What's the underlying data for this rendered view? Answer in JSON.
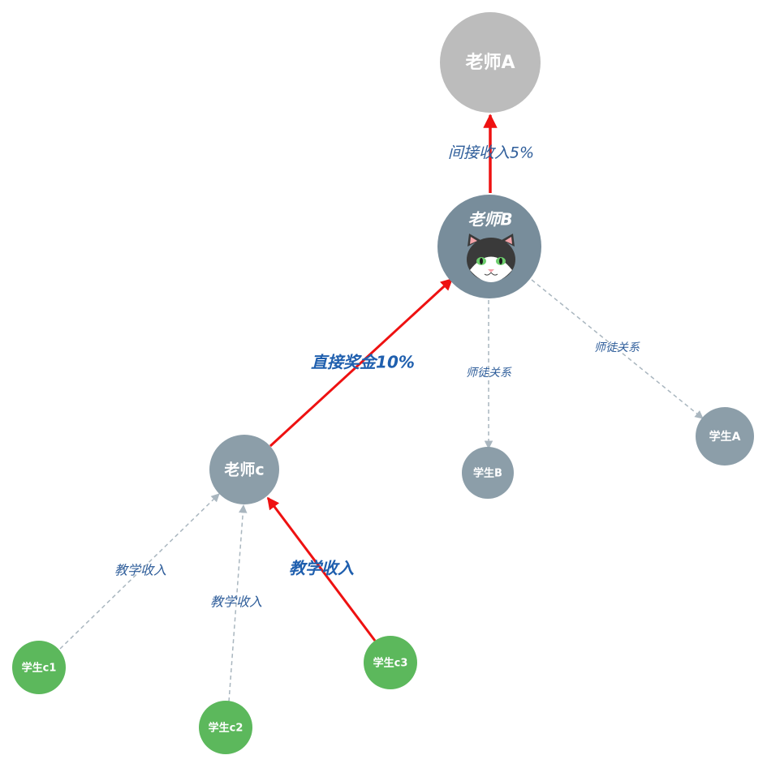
{
  "colors": {
    "gray_light": "#bcbcbc",
    "gray_dark": "#788d9b",
    "gray_mid": "#8c9ea9",
    "green": "#5cb85c",
    "red": "#ee1111",
    "dashed": "#a9b6bf",
    "label_blue": "#2e5d9a"
  },
  "nodes": {
    "teacher_a": "老师A",
    "teacher_b": "老师B",
    "teacher_c": "老师c",
    "student_a": "学生A",
    "student_b": "学生B",
    "student_c1": "学生c1",
    "student_c2": "学生c2",
    "student_c3": "学生c3"
  },
  "edges": {
    "b_to_a": "间接收入5%",
    "c_to_b": "直接奖金10%",
    "b_to_student_b": "师徒关系",
    "b_to_student_a": "师徒关系",
    "c1_to_c": "教学收入",
    "c2_to_c": "教学收入",
    "c3_to_c": "教学收入"
  },
  "icons": {
    "teacher_b_avatar": "cat-face-icon"
  }
}
